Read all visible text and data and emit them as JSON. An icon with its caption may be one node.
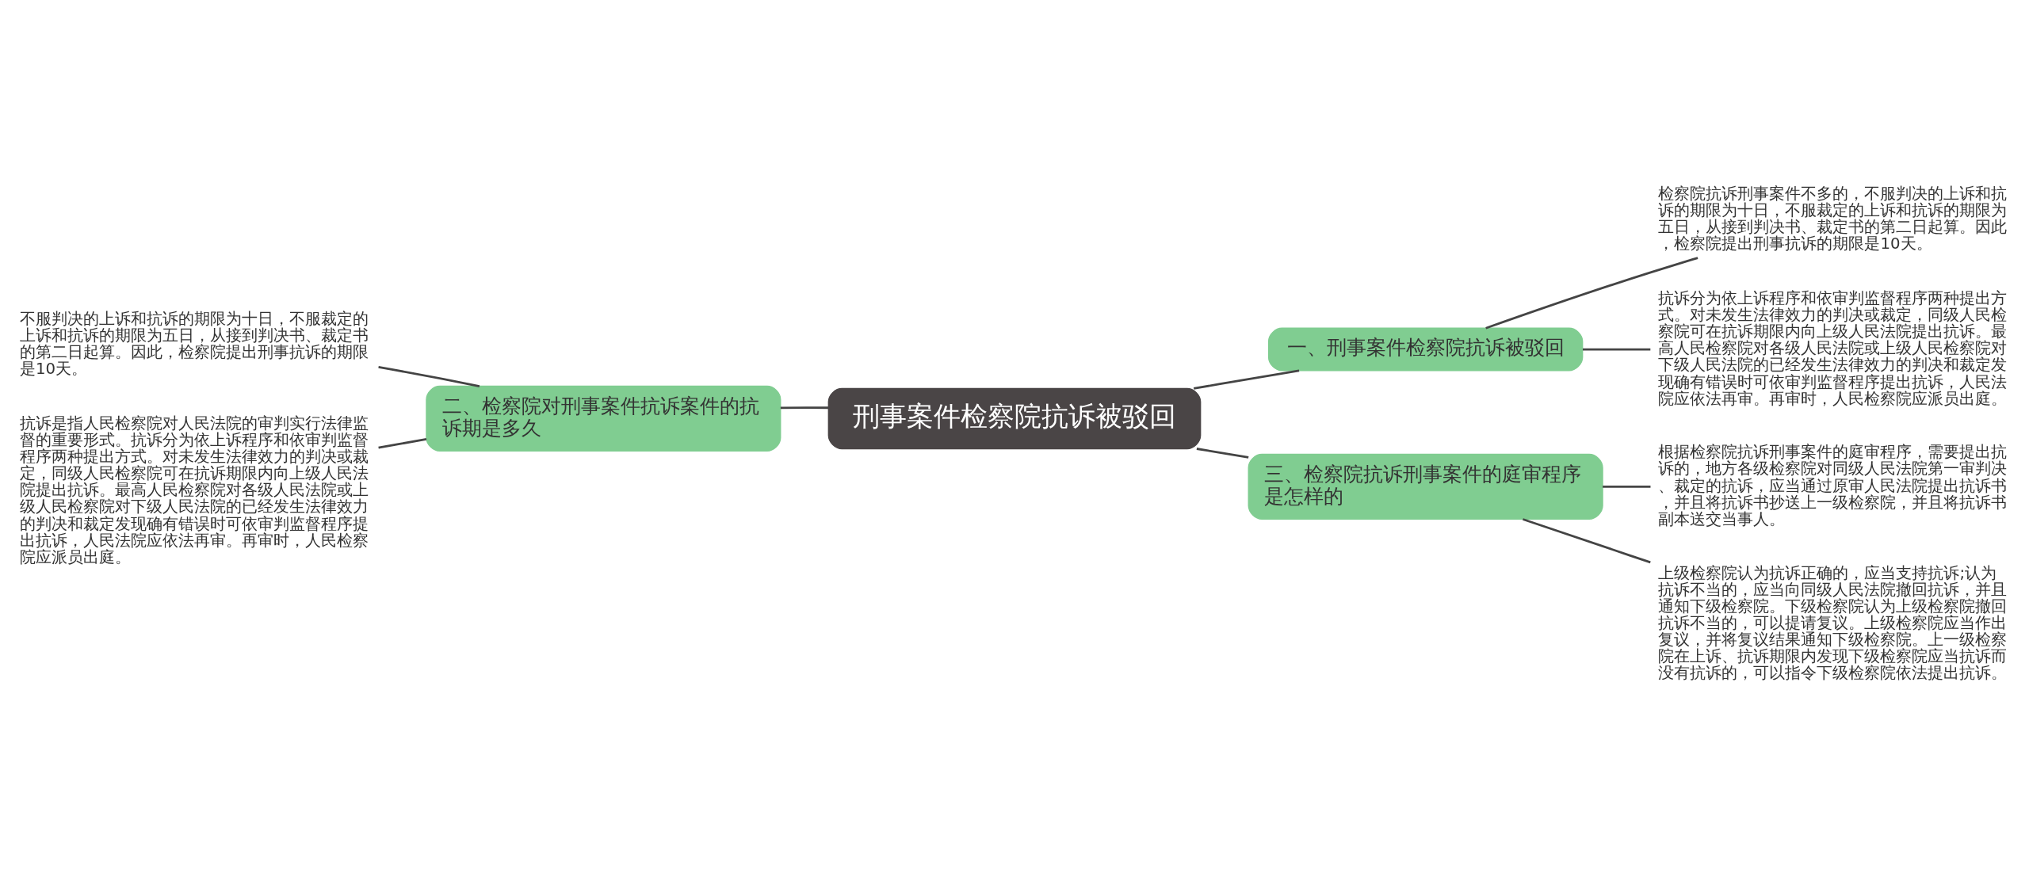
{
  "diagram": {
    "nodes": [
      {
        "text": [
          "刑事案件检察院抗诉被驳回"
        ]
      },
      {
        "text": [
          "一、刑事案件检察院抗诉被驳回"
        ]
      },
      {
        "text": [
          "检察院抗诉刑事案件不多的，不服判决的上诉和抗诉的期限为十日，不服裁定的上诉和抗诉的期限为五日，从接到判决书、裁定书的第二日起算。因此，检察院提出刑事抗诉的期限是10天。"
        ]
      },
      {
        "text": [
          "抗诉分为依上诉程序和依审判监督程序两种提出方式。对未发生法律效力的判决或裁定，同级人民检察院可在抗诉期限内向上级人民法院提出抗诉。最高人民检察院对各级人民法院或上级人民检察院对下级人民法院的已经发生法律效力的判决和裁定发现确有错误时可依审判监督程序提出抗诉，人民法院应依法再审。再审时，人民检察院应派员出庭。"
        ]
      },
      {
        "text": [
          "二、检察院对刑事案件抗诉案件的抗诉期是多久"
        ]
      },
      {
        "text": [
          "不服判决的上诉和抗诉的期限为十日，不服裁定的上诉和抗诉的期限为五日，从接到判决书、裁定书的第二日起算。因此，检察院提出刑事抗诉的期限是10天。"
        ]
      },
      {
        "text": [
          "抗诉是指人民检察院对人民法院的审判实行法律监督的重要形式。抗诉分为依上诉程序和依审判监督程序两种提出方式。对未发生法律效力的判决或裁定，同级人民检察院可在抗诉期限内向上级人民法院提出抗诉。最高人民检察院对各级人民法院或上级人民检察院对下级人民法院的已经发生法律效力的判决和裁定发现确有错误时可依审判监督程序提出抗诉，人民法院应依法再审。再审时，人民检察院应派员出庭。"
        ]
      },
      {
        "text": [
          "三、检察院抗诉刑事案件的庭审程序是怎样的"
        ]
      },
      {
        "text": [
          "根据检察院抗诉刑事案件的庭审程序，需要提出抗诉的，地方各级检察院对同级人民法院第一审判决、裁定的抗诉，应当通过原审人民法院提出抗诉书，并且将抗诉书抄送上一级检察院，并且将抗诉书副本送交当事人。"
        ]
      },
      {
        "text": [
          "上级检察院认为抗诉正确的，应当支持抗诉;认为抗诉不当的，应当向同级人民法院撤回抗诉，并且通知下级检察院。下级检察院认为上级检察院撤回抗诉不当的，可以提请复议。上级检察院应当作出复议，并将复议结果通知下级检察院。上一级检察院在上诉、抗诉期限内发现下级检察院应当抗诉而没有抗诉的，可以指令下级检察院依法提出抗诉。"
        ]
      }
    ],
    "edges": [
      {
        "from": 0,
        "to": 1,
        "arrow": "none"
      },
      {
        "from": 1,
        "to": 2,
        "arrow": "none"
      },
      {
        "from": 1,
        "to": 3,
        "arrow": "none"
      },
      {
        "from": 0,
        "to": 4,
        "arrow": "none"
      },
      {
        "from": 4,
        "to": 5,
        "arrow": "none"
      },
      {
        "from": 4,
        "to": 6,
        "arrow": "none"
      },
      {
        "from": 0,
        "to": 7,
        "arrow": "none"
      },
      {
        "from": 7,
        "to": 8,
        "arrow": "none"
      },
      {
        "from": 7,
        "to": 9,
        "arrow": "none"
      }
    ]
  }
}
